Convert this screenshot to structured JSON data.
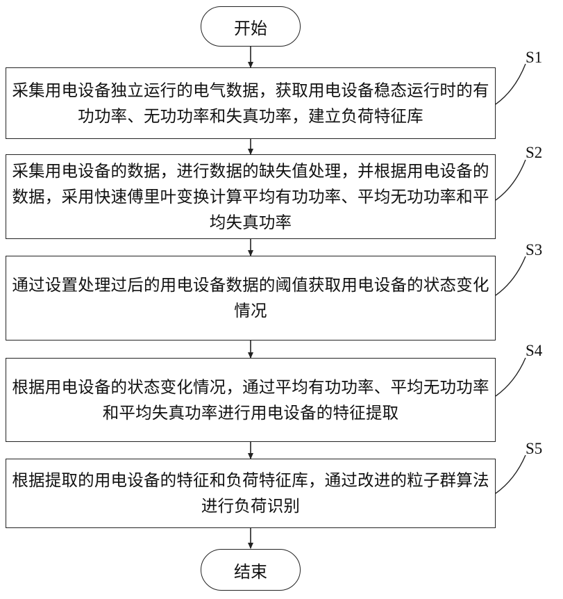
{
  "start": "开始",
  "end": "结束",
  "steps": [
    {
      "label": "S1",
      "text": "采集用电设备独立运行的电气数据，获取用电设备稳态运行时的有功功率、无功功率和失真功率，建立负荷特征库"
    },
    {
      "label": "S2",
      "text": "采集用电设备的数据，进行数据的缺失值处理，并根据用电设备的数据，采用快速傅里叶变换计算平均有功功率、平均无功功率和平均失真功率"
    },
    {
      "label": "S3",
      "text": "通过设置处理过后的用电设备数据的阈值获取用电设备的状态变化情况"
    },
    {
      "label": "S4",
      "text": "根据用电设备的状态变化情况，通过平均有功功率、平均无功功率和平均失真功率进行用电设备的特征提取"
    },
    {
      "label": "S5",
      "text": "根据提取的用电设备的特征和负荷特征库，通过改进的粒子群算法进行负荷识别"
    }
  ]
}
